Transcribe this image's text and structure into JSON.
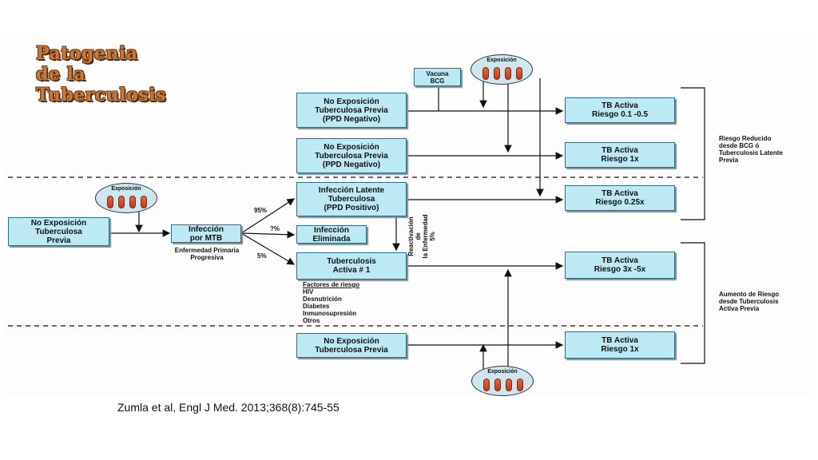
{
  "title": {
    "line1": "Patogenia",
    "line2": "de la",
    "line3": "Tuberculosis"
  },
  "exposure_label": "Exposición",
  "boxes": {
    "vacuna": "Vacuna\nBCG",
    "no_exp_top1": "No Exposición\nTuberculosa Previa\n(PPD Negativo)",
    "no_exp_top2": "No Exposición\nTuberculosa Previa\n(PPD Negativo)",
    "latente": "Infección Latente\nTuberculosa\n(PPD Positivo)",
    "eliminada": "Infección\nEliminada",
    "activa1": "Tuberculosis\nActiva # 1",
    "no_exp_bottom": "No Exposición\nTuberculosa Previa",
    "no_exp_left": "No Exposición\nTuberculosa\nPrevia",
    "infeccion_mtb": "Infección\npor MTB",
    "tb1": "TB Activa\nRiesgo 0.1 -0.5",
    "tb2": "TB Activa\nRiesgo 1x",
    "tb3": "TB Activa\nRiesgo 0.25x",
    "tb4": "TB Activa\nRiesgo 3x -5x",
    "tb5": "TB Activa\nRiesgo 1x"
  },
  "labels": {
    "pct95": "95%",
    "pctq": "?%",
    "pct5": "5%",
    "primaria": "Enfermedad Primaria\nProgresiva",
    "reactivacion": "Reactivación de\nla Enfermedad\n5%",
    "factores_title": "Factores de riesgo",
    "factores": [
      "HIV",
      "Desnutrición",
      "Diabetes",
      "Inmunosupresión",
      "Otros"
    ],
    "riesgo_reducido": "Riesgo Reducido\ndesde BCG ó\nTuberculosis Latente\nPrevia",
    "aumento": "Aumento de Riesgo\ndesde Tuberculosis\nActiva Previa"
  },
  "citation": "Zumla et al, Engl J Med. 2013;368(8):745-55"
}
